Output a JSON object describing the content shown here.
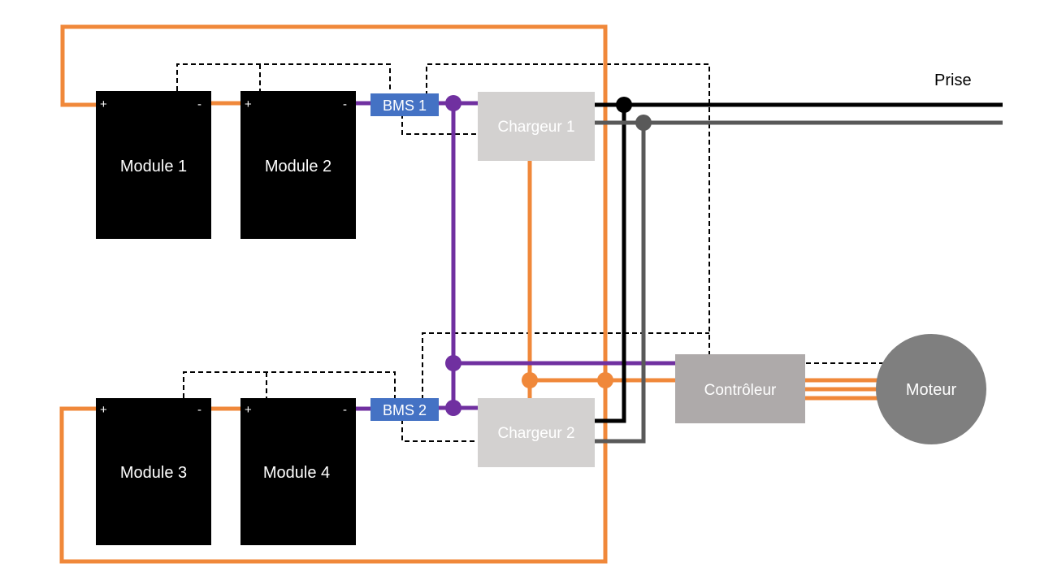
{
  "diagram": {
    "modules": [
      {
        "label": "Module 1",
        "plus": "+",
        "minus": "-"
      },
      {
        "label": "Module 2",
        "plus": "+",
        "minus": "-"
      },
      {
        "label": "Module 3",
        "plus": "+",
        "minus": "-"
      },
      {
        "label": "Module 4",
        "plus": "+",
        "minus": "-"
      }
    ],
    "bms": [
      {
        "label": "BMS 1"
      },
      {
        "label": "BMS 2"
      }
    ],
    "chargers": [
      {
        "label": "Chargeur 1"
      },
      {
        "label": "Chargeur 2"
      }
    ],
    "controller": {
      "label": "Contrôleur"
    },
    "motor": {
      "label": "Moteur"
    },
    "plug": {
      "label": "Prise"
    },
    "colors": {
      "power": "#F0883A",
      "bms_bus": "#7030A0",
      "bms_box": "#4472C4",
      "mains_live": "#000000",
      "mains_neutral": "#595959",
      "charger_box": "#D3D1D0",
      "controller_box": "#AEAAAA",
      "motor_circle": "#7F7F7F",
      "module_box": "#000000",
      "signal": "#000000"
    }
  }
}
